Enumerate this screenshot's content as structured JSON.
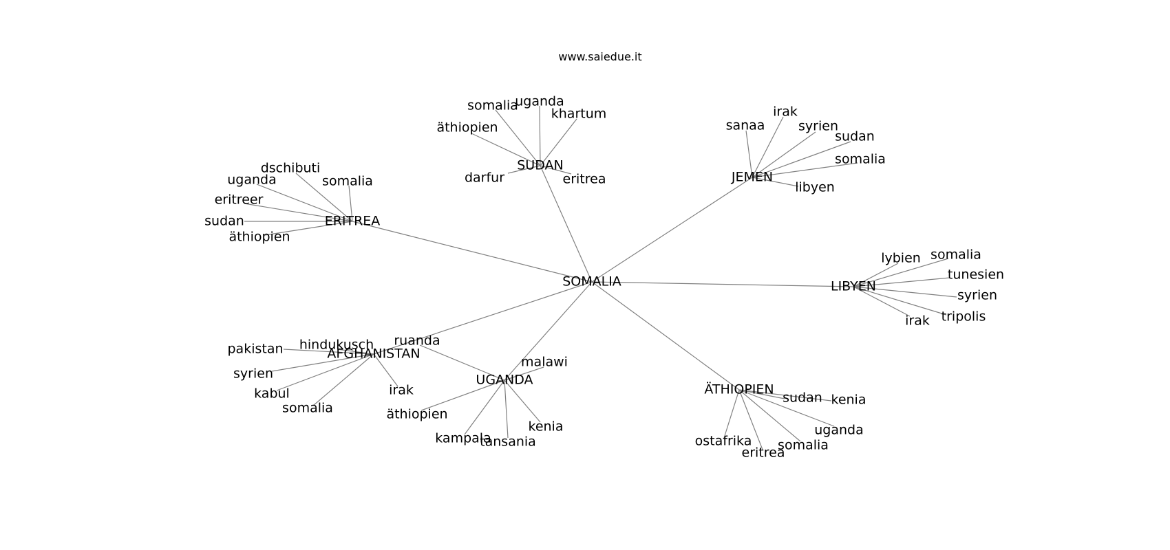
{
  "header": {
    "site": "www.saiedue.it"
  },
  "graph": {
    "center": {
      "id": "somalia_c",
      "label": "SOMALIA"
    },
    "hubs": [
      {
        "id": "eritrea",
        "label": "ERITREA",
        "leaves": [
          "dschibuti",
          "uganda",
          "somalia",
          "eritreer",
          "sudan",
          "äthiopien"
        ]
      },
      {
        "id": "sudan",
        "label": "SUDAN",
        "leaves": [
          "somalia",
          "uganda",
          "khartum",
          "äthiopien",
          "darfur",
          "eritrea"
        ]
      },
      {
        "id": "jemen",
        "label": "JEMEN",
        "leaves": [
          "irak",
          "sanaa",
          "syrien",
          "sudan",
          "somalia",
          "libyen"
        ]
      },
      {
        "id": "libyen",
        "label": "LIBYEN",
        "leaves": [
          "lybien",
          "somalia",
          "tunesien",
          "syrien",
          "tripolis",
          "irak"
        ]
      },
      {
        "id": "afghanistan",
        "label": "AFGHANISTAN",
        "leaves": [
          "pakistan",
          "hindukusch",
          "syrien",
          "kabul",
          "somalia",
          "irak"
        ]
      },
      {
        "id": "uganda",
        "label": "UGANDA",
        "leaves": [
          "ruanda",
          "malawi",
          "äthiopien",
          "kenia",
          "kampala",
          "tansania"
        ]
      },
      {
        "id": "athiopien",
        "label": "ÄTHIOPIEN",
        "leaves": [
          "sudan",
          "kenia",
          "uganda",
          "ostafrika",
          "somalia",
          "eritrea"
        ]
      }
    ]
  }
}
